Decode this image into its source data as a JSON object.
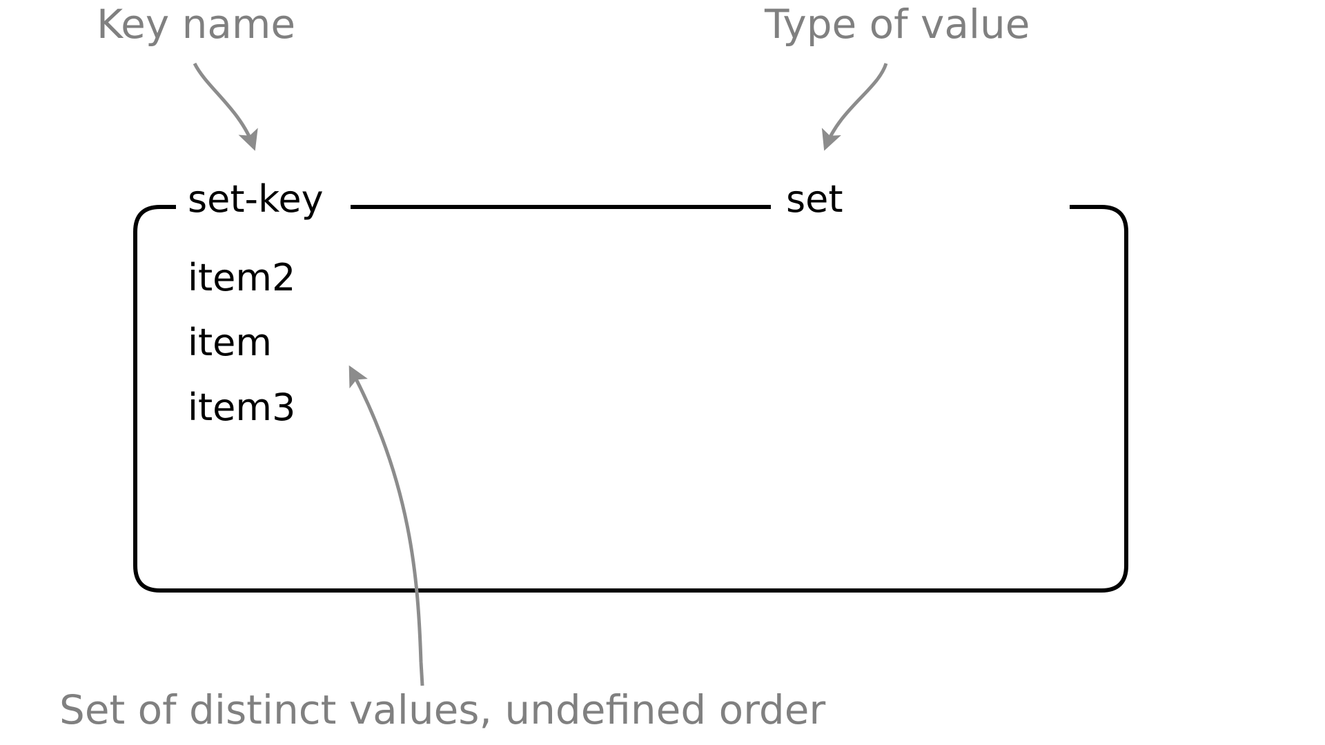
{
  "diagram": {
    "title_annotations": {
      "key_name": "Key name",
      "type_of_value": "Type of value",
      "caption": "Set of distinct values, undefined order"
    },
    "entry": {
      "key": "set-key",
      "type": "set",
      "members": [
        "item2",
        "item",
        "item3"
      ]
    },
    "colors": {
      "annotation": "#808080",
      "outline": "#000000",
      "background": "#ffffff"
    },
    "icons": {
      "arrow_to_key": "curved-arrow-down-icon",
      "arrow_to_type": "curved-arrow-down-icon",
      "arrow_to_members": "curved-arrow-up-left-icon",
      "connector": "horizontal-connector-line"
    }
  }
}
